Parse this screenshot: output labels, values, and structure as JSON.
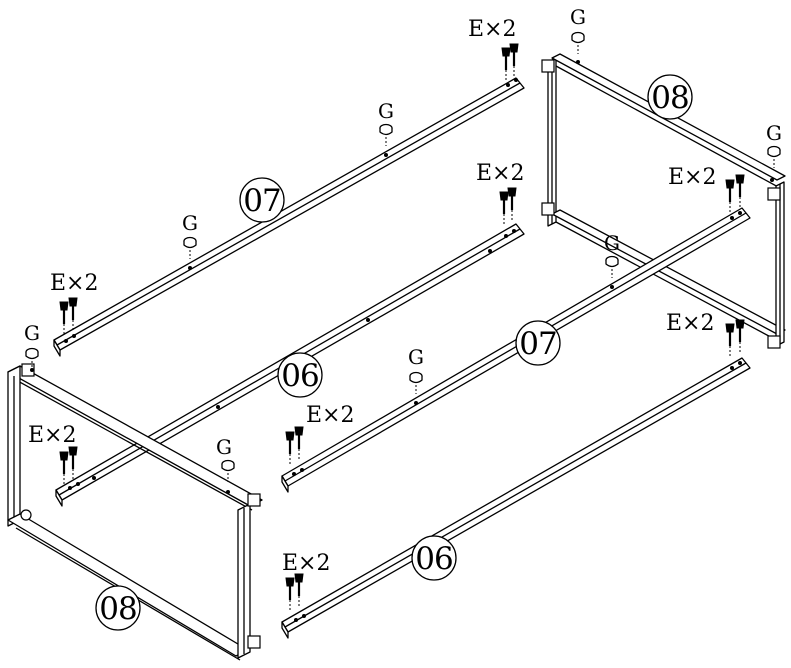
{
  "diagram": {
    "labels": {
      "part_06": "06",
      "part_07": "07",
      "part_08": "08",
      "screw_qty": "E×2",
      "cap": "G"
    }
  }
}
